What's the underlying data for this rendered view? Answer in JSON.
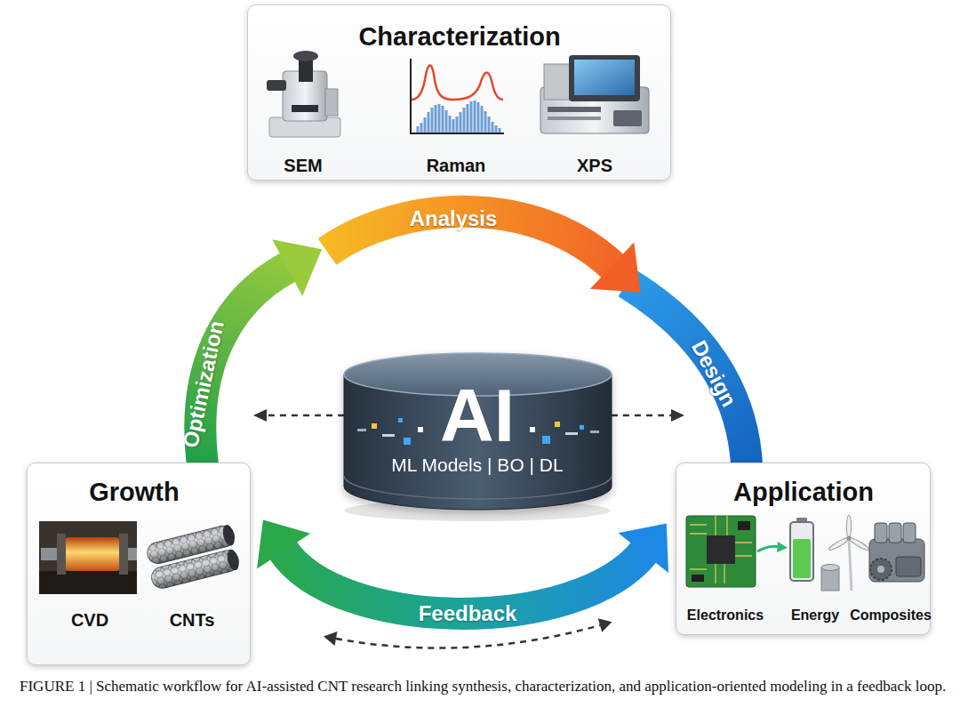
{
  "diagram": {
    "caption": "FIGURE 1 | Schematic workflow for AI-assisted CNT research linking synthesis, characterization, and application-oriented modeling in a feedback loop.",
    "nodes": [
      {
        "text": [
          "Characterization",
          "SEM",
          "Raman",
          "XPS"
        ]
      },
      {
        "text": [
          "AI",
          "ML Models | BO | DL"
        ]
      },
      {
        "text": [
          "Growth",
          "CVD",
          "CNTs"
        ]
      },
      {
        "text": [
          "Application",
          "Electronics",
          "Energy",
          "Composites"
        ]
      }
    ],
    "edges": [
      {
        "from": 2,
        "to": 0,
        "label": "Optimization",
        "arrow": "to"
      },
      {
        "from": 0,
        "to": 3,
        "label": "Analysis",
        "arrow": "to"
      },
      {
        "from": 0,
        "to": 3,
        "label": "Design",
        "arrow": "none"
      },
      {
        "from": 3,
        "to": 2,
        "label": "Feedback",
        "arrow": "both"
      },
      {
        "from": 1,
        "to": 2,
        "arrow": "to"
      },
      {
        "from": 1,
        "to": 3,
        "arrow": "to"
      }
    ]
  }
}
